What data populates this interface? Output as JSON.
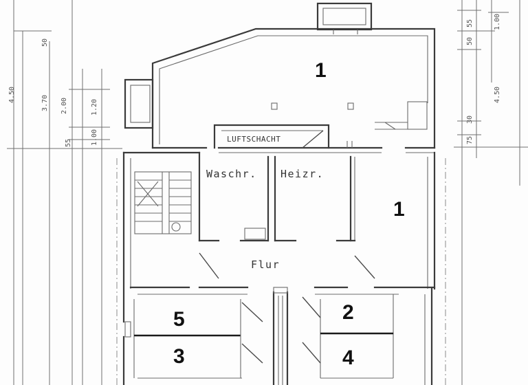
{
  "rooms": {
    "waschraum": "Waschr.",
    "heizraum": "Heizr.",
    "flur": "Flur",
    "luftschacht": "LUFTSCHACHT"
  },
  "units": {
    "top_room": "1",
    "right_room": "1",
    "cellar_5": "5",
    "cellar_3": "3",
    "cellar_2": "2",
    "cellar_4": "4"
  },
  "dimensions_left": {
    "d1": "4.50",
    "d2": "3.70",
    "d3": "2.00",
    "d4": "1.20",
    "d5": "55",
    "d6": "1.00",
    "d7": "50"
  },
  "dimensions_right": {
    "d1": "4.50",
    "d2": "1.00",
    "d3": "55",
    "d4": "50",
    "d5": "30",
    "d6": "75"
  }
}
